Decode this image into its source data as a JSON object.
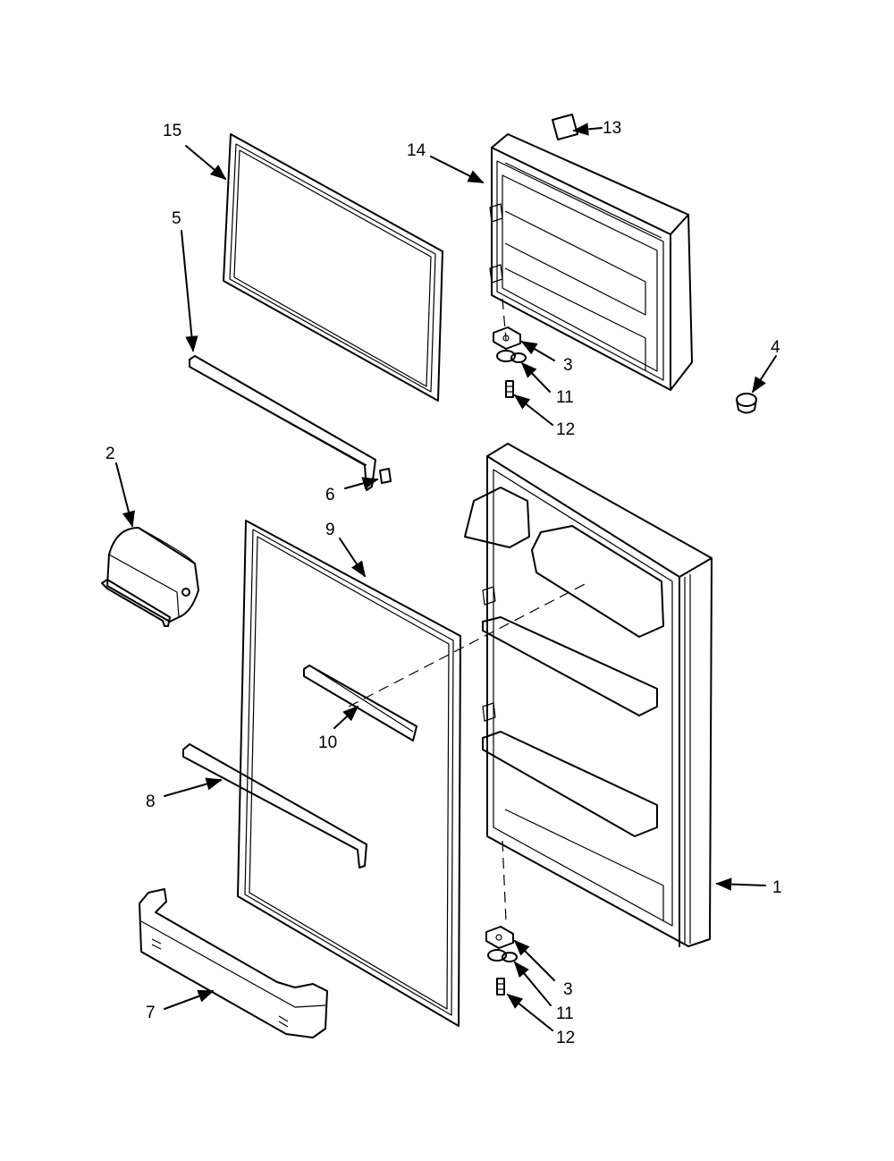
{
  "diagram": {
    "background": "#ffffff",
    "stroke_color": "#000000",
    "callouts": {
      "part_1": "1",
      "part_2": "2",
      "part_3_upper": "3",
      "part_3_lower": "3",
      "part_4": "4",
      "part_5": "5",
      "part_6": "6",
      "part_7": "7",
      "part_8": "8",
      "part_9": "9",
      "part_10": "10",
      "part_11_upper": "11",
      "part_11_lower": "11",
      "part_12_upper": "12",
      "part_12_lower": "12",
      "part_13": "13",
      "part_14": "14",
      "part_15": "15"
    }
  }
}
